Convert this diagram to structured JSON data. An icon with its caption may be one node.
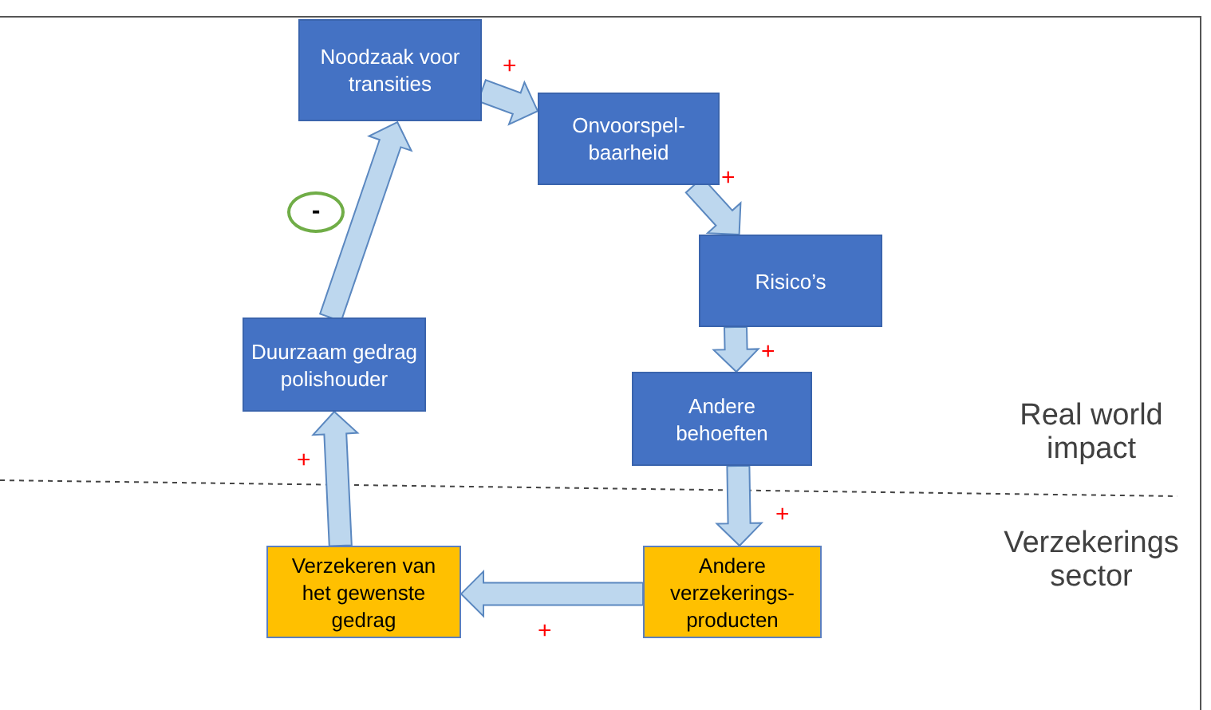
{
  "diagram": {
    "nodes": [
      {
        "text": [
          "Noodzaak voor transities"
        ]
      },
      {
        "text": [
          "Onvoorspel-baarheid"
        ]
      },
      {
        "text": [
          "Risico’s"
        ]
      },
      {
        "text": [
          "Andere behoeften"
        ]
      },
      {
        "text": [
          "Andere verzekerings-producten"
        ]
      },
      {
        "text": [
          "Verzekeren van het gewenste gedrag"
        ]
      },
      {
        "text": [
          "Duurzaam gedrag polishouder"
        ]
      }
    ],
    "edges": [
      {
        "from": 0,
        "to": 1,
        "arrow": "to",
        "label": "+"
      },
      {
        "from": 1,
        "to": 2,
        "arrow": "to",
        "label": "+"
      },
      {
        "from": 2,
        "to": 3,
        "arrow": "to",
        "label": "+"
      },
      {
        "from": 3,
        "to": 4,
        "arrow": "to",
        "label": "+"
      },
      {
        "from": 4,
        "to": 5,
        "arrow": "to",
        "label": "+"
      },
      {
        "from": 5,
        "to": 6,
        "arrow": "to",
        "label": "+"
      },
      {
        "from": 6,
        "to": 0,
        "arrow": "to",
        "label": "-"
      }
    ],
    "labels": [
      "Real world impact",
      "Verzekerings sector"
    ]
  }
}
